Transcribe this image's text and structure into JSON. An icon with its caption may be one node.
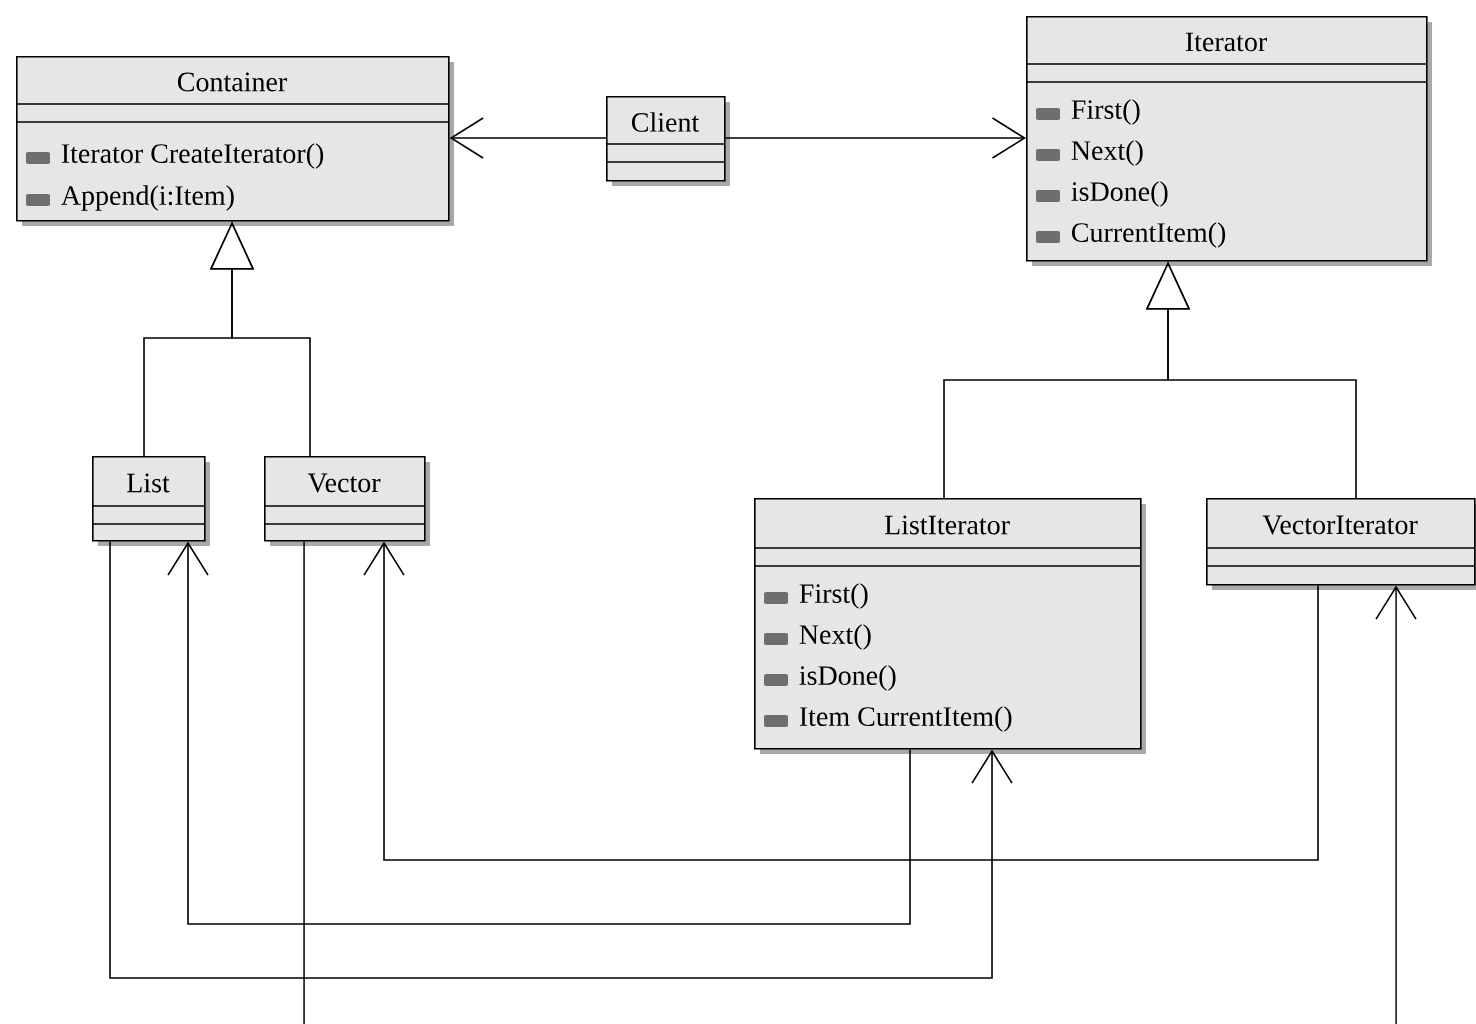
{
  "diagram": {
    "nodes": [
      {
        "text": [
          "Container",
          "Iterator CreateIterator()",
          "Append(i:Item)"
        ]
      },
      {
        "text": [
          "Client"
        ]
      },
      {
        "text": [
          "Iterator",
          "First()",
          "Next()",
          "isDone()",
          "CurrentItem()"
        ]
      },
      {
        "text": [
          "List"
        ]
      },
      {
        "text": [
          "Vector"
        ]
      },
      {
        "text": [
          "ListIterator",
          "First()",
          "Next()",
          "isDone()",
          "Item CurrentItem()"
        ]
      },
      {
        "text": [
          "VectorIterator"
        ]
      }
    ],
    "edges": [
      {
        "from": 1,
        "to": 0,
        "arrow": "to"
      },
      {
        "from": 1,
        "to": 2,
        "arrow": "to"
      },
      {
        "from": 3,
        "to": 0,
        "arrow": "to"
      },
      {
        "from": 4,
        "to": 0,
        "arrow": "to"
      },
      {
        "from": 5,
        "to": 2,
        "arrow": "to"
      },
      {
        "from": 6,
        "to": 2,
        "arrow": "to"
      },
      {
        "from": 5,
        "to": 3,
        "arrow": "to"
      },
      {
        "from": 6,
        "to": 4,
        "arrow": "to"
      },
      {
        "from": 3,
        "to": 5,
        "arrow": "to"
      },
      {
        "from": 4,
        "to": null,
        "arrow": "none"
      },
      {
        "from": null,
        "to": 6,
        "arrow": "to"
      }
    ]
  }
}
